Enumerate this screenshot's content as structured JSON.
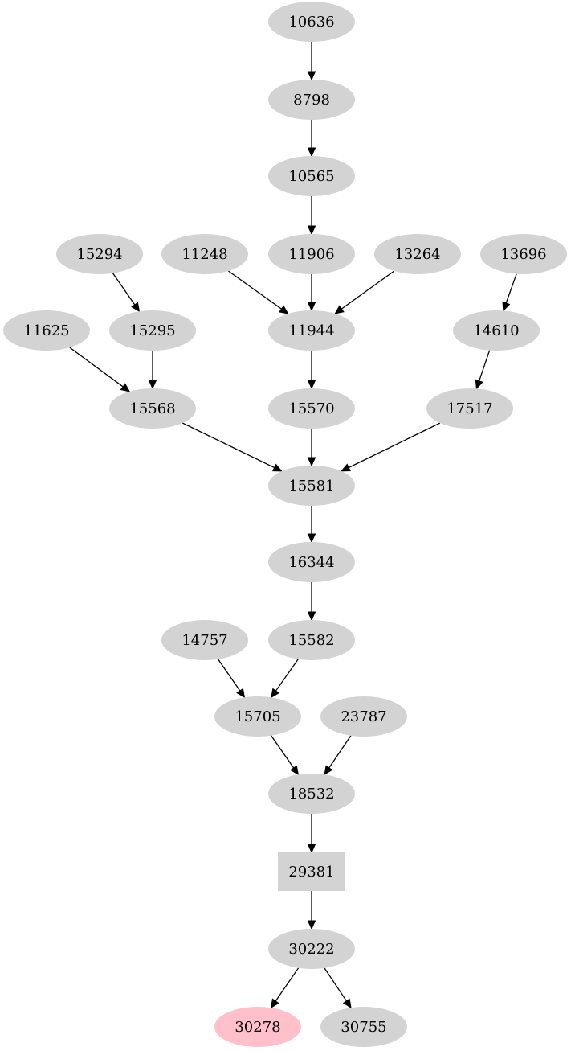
{
  "colors": {
    "node_fill": "#d3d3d3",
    "highlight_fill": "#ffc0cb",
    "edge": "#000000"
  },
  "nodes": [
    {
      "id": "10636",
      "label": "10636",
      "shape": "ellipse"
    },
    {
      "id": "8798",
      "label": "8798",
      "shape": "ellipse"
    },
    {
      "id": "10565",
      "label": "10565",
      "shape": "ellipse"
    },
    {
      "id": "15294",
      "label": "15294",
      "shape": "ellipse"
    },
    {
      "id": "11248",
      "label": "11248",
      "shape": "ellipse"
    },
    {
      "id": "11906",
      "label": "11906",
      "shape": "ellipse"
    },
    {
      "id": "13264",
      "label": "13264",
      "shape": "ellipse"
    },
    {
      "id": "13696",
      "label": "13696",
      "shape": "ellipse"
    },
    {
      "id": "11625",
      "label": "11625",
      "shape": "ellipse"
    },
    {
      "id": "15295",
      "label": "15295",
      "shape": "ellipse"
    },
    {
      "id": "11944",
      "label": "11944",
      "shape": "ellipse"
    },
    {
      "id": "14610",
      "label": "14610",
      "shape": "ellipse"
    },
    {
      "id": "15568",
      "label": "15568",
      "shape": "ellipse"
    },
    {
      "id": "15570",
      "label": "15570",
      "shape": "ellipse"
    },
    {
      "id": "17517",
      "label": "17517",
      "shape": "ellipse"
    },
    {
      "id": "15581",
      "label": "15581",
      "shape": "ellipse"
    },
    {
      "id": "16344",
      "label": "16344",
      "shape": "ellipse"
    },
    {
      "id": "14757",
      "label": "14757",
      "shape": "ellipse"
    },
    {
      "id": "15582",
      "label": "15582",
      "shape": "ellipse"
    },
    {
      "id": "15705",
      "label": "15705",
      "shape": "ellipse"
    },
    {
      "id": "23787",
      "label": "23787",
      "shape": "ellipse"
    },
    {
      "id": "18532",
      "label": "18532",
      "shape": "ellipse"
    },
    {
      "id": "29381",
      "label": "29381",
      "shape": "box"
    },
    {
      "id": "30222",
      "label": "30222",
      "shape": "ellipse"
    },
    {
      "id": "30278",
      "label": "30278",
      "shape": "ellipse",
      "highlight": true
    },
    {
      "id": "30755",
      "label": "30755",
      "shape": "ellipse"
    }
  ],
  "edges": [
    [
      "10636",
      "8798"
    ],
    [
      "8798",
      "10565"
    ],
    [
      "10565",
      "11906"
    ],
    [
      "15294",
      "15295"
    ],
    [
      "11248",
      "11944"
    ],
    [
      "11906",
      "11944"
    ],
    [
      "13264",
      "11944"
    ],
    [
      "13696",
      "14610"
    ],
    [
      "11625",
      "15568"
    ],
    [
      "15295",
      "15568"
    ],
    [
      "11944",
      "15570"
    ],
    [
      "14610",
      "17517"
    ],
    [
      "15568",
      "15581"
    ],
    [
      "15570",
      "15581"
    ],
    [
      "17517",
      "15581"
    ],
    [
      "15581",
      "16344"
    ],
    [
      "16344",
      "15582"
    ],
    [
      "14757",
      "15705"
    ],
    [
      "15582",
      "15705"
    ],
    [
      "15705",
      "18532"
    ],
    [
      "23787",
      "18532"
    ],
    [
      "18532",
      "29381"
    ],
    [
      "29381",
      "30222"
    ],
    [
      "30222",
      "30278"
    ],
    [
      "30222",
      "30755"
    ]
  ]
}
